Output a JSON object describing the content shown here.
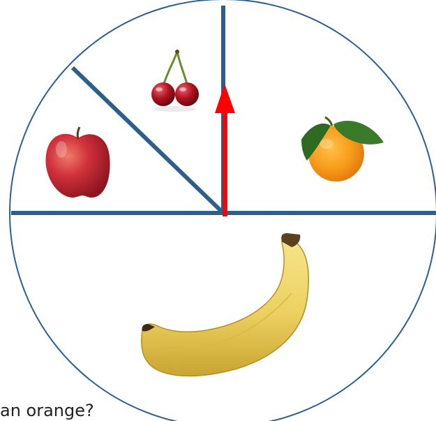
{
  "question_text": "an orange?",
  "colors": {
    "divider": "#2e5f8c",
    "pointer": "#ff0000",
    "background": "#ffffff"
  },
  "sectors": [
    {
      "fruit": "cherry",
      "icon": "cherries-icon"
    },
    {
      "fruit": "apple",
      "icon": "apple-icon"
    },
    {
      "fruit": "orange",
      "icon": "orange-icon"
    },
    {
      "fruit": "banana",
      "icon": "banana-icon"
    }
  ],
  "pointer_points_to": "cherry"
}
